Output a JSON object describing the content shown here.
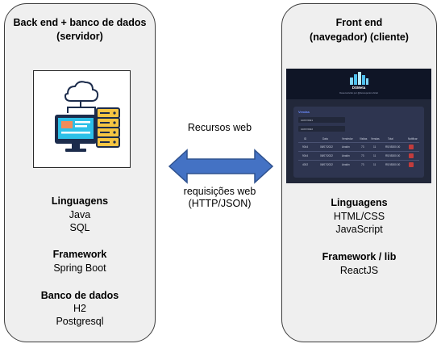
{
  "left": {
    "title_line1": "Back end + banco de dados",
    "title_line2": "(servidor)",
    "languages_heading": "Linguagens",
    "languages": [
      "Java",
      "SQL"
    ],
    "framework_heading": "Framework",
    "framework": "Spring Boot",
    "database_heading": "Banco de dados",
    "databases": [
      "H2",
      "Postgresql"
    ],
    "icon": "cloud-server-computer-icon"
  },
  "right": {
    "title_line1": "Front end",
    "title_line2": "(navegador) (cliente)",
    "languages_heading": "Linguagens",
    "languages": [
      "HTML/CSS",
      "JavaScript"
    ],
    "framework_heading": "Framework / lib",
    "framework": "ReactJS"
  },
  "center": {
    "resources_label": "Recursos web",
    "requests_line1": "requisições web",
    "requests_line2": "(HTTP/JSON)",
    "arrow_color": "#4472c4",
    "arrow_stroke": "#2f528f"
  },
  "screenshot": {
    "brand": "DSMeta",
    "tagline": "Desenvolvido por @devsuperior.oficial",
    "card_title": "Vendas",
    "date_from": "10/07/2021",
    "date_to": "10/07/2022",
    "columns": [
      "ID",
      "Data",
      "Vendedor",
      "Visitas",
      "Vendas",
      "Total",
      "Notificar"
    ],
    "rows": [
      [
        "9044",
        "08/07/2022",
        "Anakin",
        "73",
        "11",
        "R$ 55300.00"
      ],
      [
        "9044",
        "08/07/2022",
        "Anakin",
        "73",
        "11",
        "R$ 55300.00"
      ],
      [
        "4002",
        "08/07/2022",
        "Anakin",
        "73",
        "11",
        "R$ 55300.00"
      ]
    ]
  }
}
